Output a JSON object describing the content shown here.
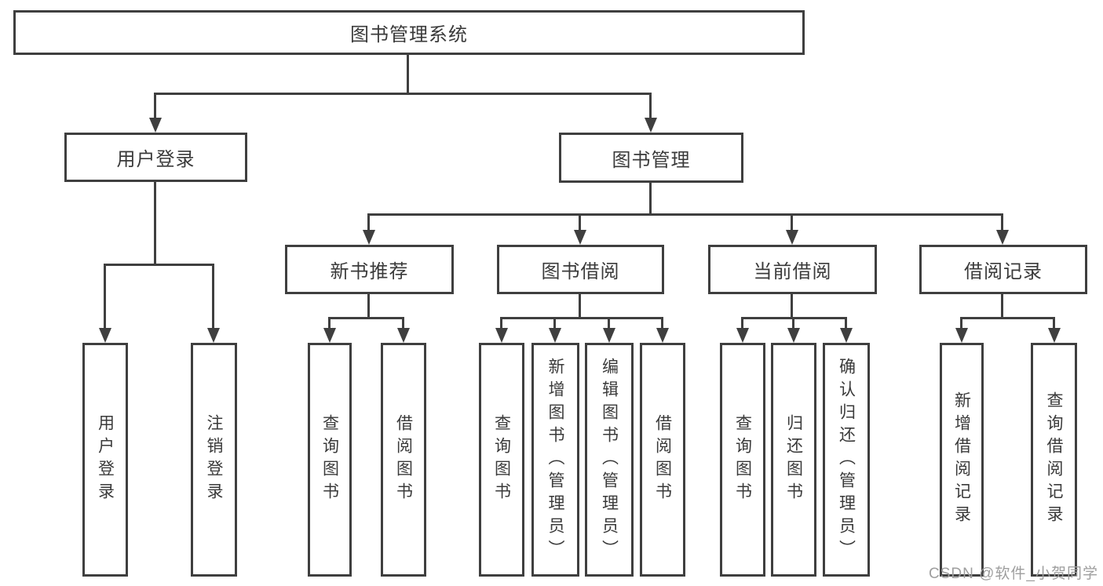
{
  "diagram": {
    "title": "图书管理系统",
    "root": {
      "label": "图书管理系统",
      "children": [
        {
          "label": "用户登录",
          "children": [
            {
              "label": "用户登录"
            },
            {
              "label": "注销登录"
            }
          ]
        },
        {
          "label": "图书管理",
          "children": [
            {
              "label": "新书推荐",
              "children": [
                {
                  "label": "查询图书"
                },
                {
                  "label": "借阅图书"
                }
              ]
            },
            {
              "label": "图书借阅",
              "children": [
                {
                  "label": "查询图书"
                },
                {
                  "label": "新增图书（管理员）"
                },
                {
                  "label": "编辑图书（管理员）"
                },
                {
                  "label": "借阅图书"
                }
              ]
            },
            {
              "label": "当前借阅",
              "children": [
                {
                  "label": "查询图书"
                },
                {
                  "label": "归还图书"
                },
                {
                  "label": "确认归还（管理员）"
                }
              ]
            },
            {
              "label": "借阅记录",
              "children": [
                {
                  "label": "新增借阅记录"
                },
                {
                  "label": "查询借阅记录"
                }
              ]
            }
          ]
        }
      ]
    }
  },
  "watermark": {
    "text": "CSDN @软件_小贺同学"
  },
  "colors": {
    "line": "#3f3f3f",
    "text": "#3a3a3a",
    "watermark": "#9e9e9e",
    "background": "#ffffff"
  }
}
